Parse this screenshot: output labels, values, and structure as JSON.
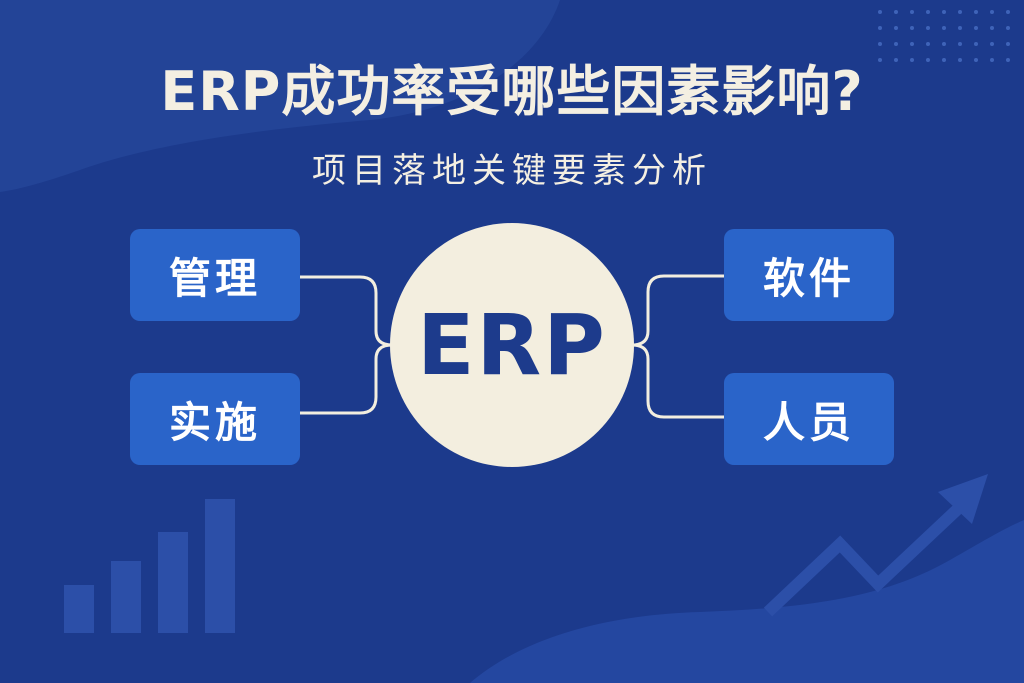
{
  "title": "ERP成功率受哪些因素影响?",
  "subtitle": "项目落地关键要素分析",
  "center": {
    "label": "ERP"
  },
  "nodes": {
    "management": "管理",
    "implementation": "实施",
    "software": "软件",
    "personnel": "人员"
  },
  "colors": {
    "background": "#1c3a8c",
    "box": "#2a64c9",
    "circle": "#f3eedf",
    "text_light": "#f4efe2",
    "text_dark": "#1d3b8c"
  },
  "icons": [
    "bar-chart-icon",
    "trend-arrow-icon",
    "dot-grid-icon"
  ]
}
